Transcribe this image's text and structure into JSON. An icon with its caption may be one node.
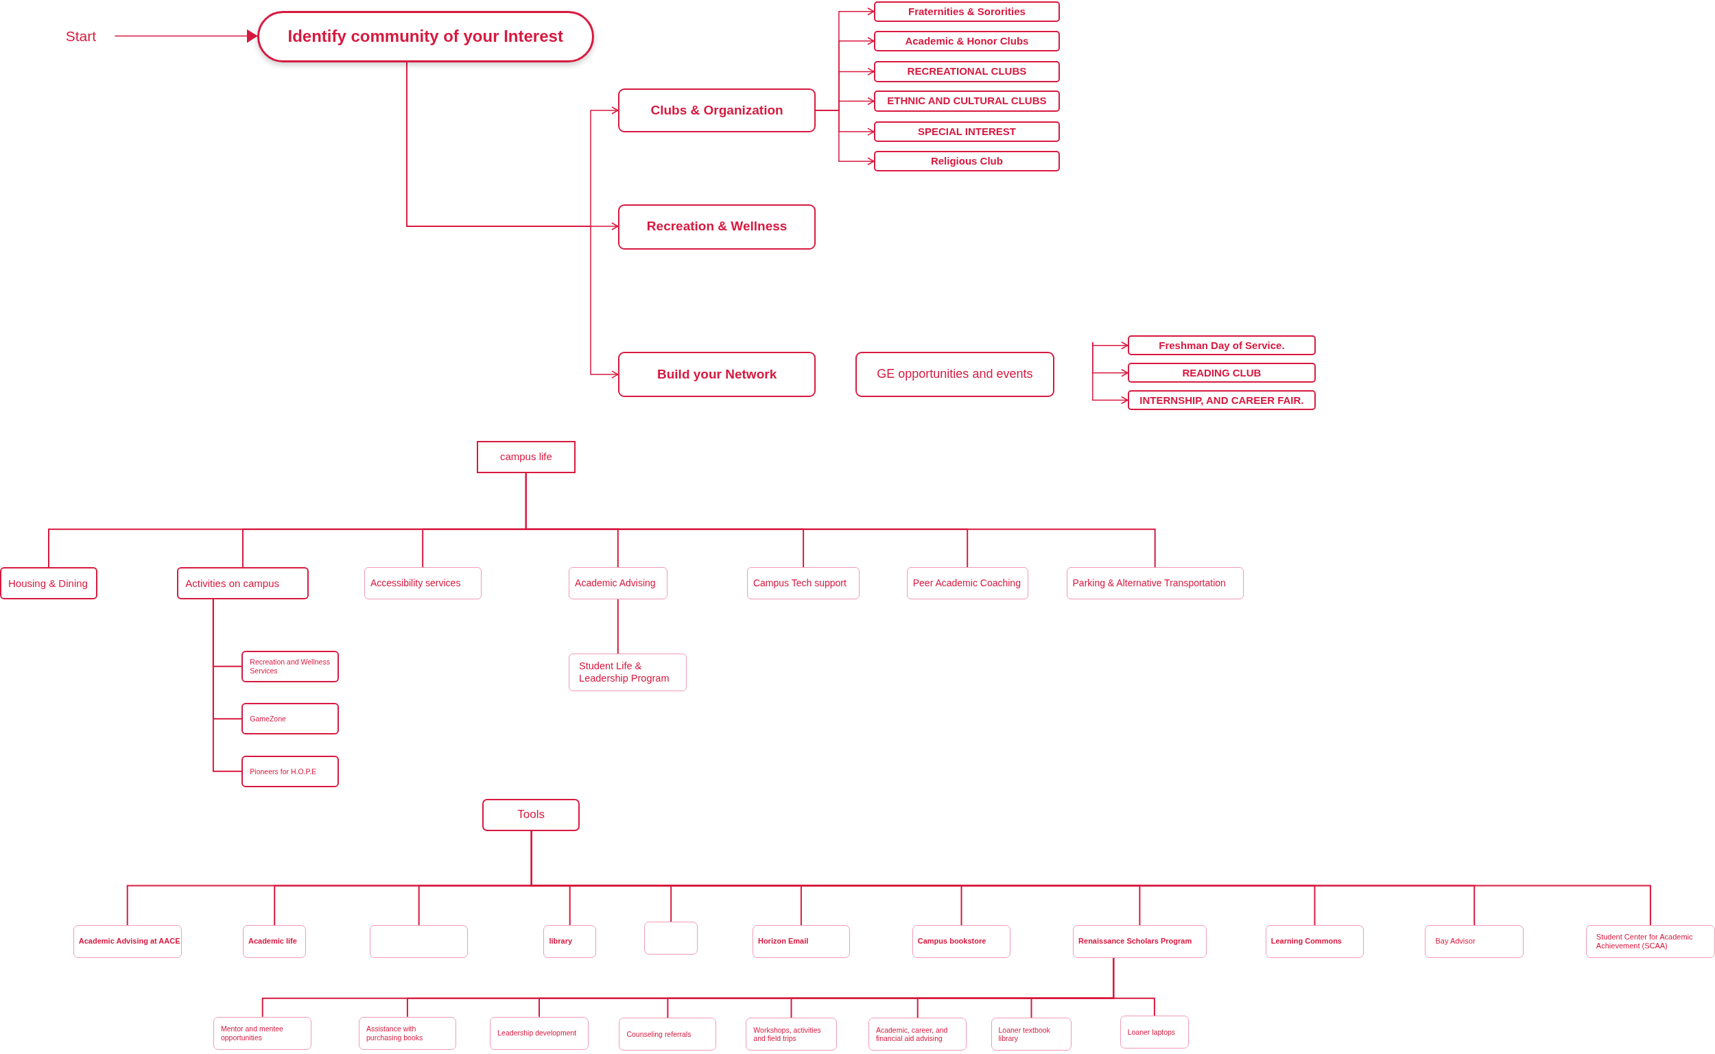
{
  "diagram": {
    "nodes": [
      {
        "text": [
          "Start"
        ]
      },
      {
        "text": [
          "Identify community of your Interest"
        ]
      },
      {
        "text": [
          "Clubs & Organization"
        ]
      },
      {
        "text": [
          "Recreation & Wellness"
        ]
      },
      {
        "text": [
          "Build your Network"
        ]
      },
      {
        "text": [
          "GE opportunities and events"
        ]
      },
      {
        "text": [
          "Fraternities & Sororities"
        ]
      },
      {
        "text": [
          "Academic & Honor Clubs"
        ]
      },
      {
        "text": [
          "RECREATIONAL CLUBS"
        ]
      },
      {
        "text": [
          "ETHNIC AND CULTURAL CLUBS"
        ]
      },
      {
        "text": [
          "SPECIAL INTEREST"
        ]
      },
      {
        "text": [
          "Religious Club"
        ]
      },
      {
        "text": [
          "Freshman Day of Service."
        ]
      },
      {
        "text": [
          "READING CLUB"
        ]
      },
      {
        "text": [
          "INTERNSHIP, AND CAREER FAIR."
        ]
      },
      {
        "text": [
          "campus life"
        ]
      },
      {
        "text": [
          "Housing & Dining"
        ]
      },
      {
        "text": [
          "Activities on campus"
        ]
      },
      {
        "text": [
          "Accessibility services"
        ]
      },
      {
        "text": [
          "Academic Advising"
        ]
      },
      {
        "text": [
          "Campus Tech support"
        ]
      },
      {
        "text": [
          "Peer Academic Coaching"
        ]
      },
      {
        "text": [
          "Parking & Alternative Transportation"
        ]
      },
      {
        "text": [
          "Recreation and Wellness Services"
        ]
      },
      {
        "text": [
          "GameZone"
        ]
      },
      {
        "text": [
          "Pioneers for H.O.P.E"
        ]
      },
      {
        "text": [
          "Student Life & Leadership Program"
        ]
      },
      {
        "text": [
          "Tools"
        ]
      },
      {
        "text": [
          "Academic Advising at AACE"
        ]
      },
      {
        "text": [
          "Academic life"
        ]
      },
      {
        "text": [],
        "shape": "box"
      },
      {
        "text": [
          "library"
        ]
      },
      {
        "text": [],
        "shape": "box"
      },
      {
        "text": [
          "Horizon Email"
        ]
      },
      {
        "text": [
          "Campus bookstore"
        ]
      },
      {
        "text": [
          "Renaissance Scholars Program"
        ]
      },
      {
        "text": [
          "Learning Commons"
        ]
      },
      {
        "text": [
          "Bay Advisor"
        ]
      },
      {
        "text": [
          "Student Center for Academic Achievement (SCAA)"
        ]
      },
      {
        "text": [
          "Mentor and mentee opportunities"
        ]
      },
      {
        "text": [
          "Assistance with purchasing books"
        ]
      },
      {
        "text": [
          "Leadership development"
        ]
      },
      {
        "text": [
          "Counseling referrals"
        ]
      },
      {
        "text": [
          "Workshops, activities and field trips"
        ]
      },
      {
        "text": [
          "Academic, career, and financial aid advising"
        ]
      },
      {
        "text": [
          "Loaner textbook library"
        ]
      },
      {
        "text": [
          "Loaner laptops"
        ]
      }
    ],
    "edges": [
      {
        "from": 0,
        "to": 1,
        "arrow": "to"
      },
      {
        "from": 1,
        "to": 2,
        "arrow": "to"
      },
      {
        "from": 1,
        "to": 3,
        "arrow": "to"
      },
      {
        "from": 1,
        "to": 4,
        "arrow": "to"
      },
      {
        "from": 2,
        "to": 6,
        "arrow": "to"
      },
      {
        "from": 2,
        "to": 7,
        "arrow": "to"
      },
      {
        "from": 2,
        "to": 8,
        "arrow": "to"
      },
      {
        "from": 2,
        "to": 9,
        "arrow": "to"
      },
      {
        "from": 2,
        "to": 10,
        "arrow": "to"
      },
      {
        "from": 2,
        "to": 11,
        "arrow": "to"
      },
      {
        "from": null,
        "to": 12,
        "arrow": "to"
      },
      {
        "from": null,
        "to": 13,
        "arrow": "to"
      },
      {
        "from": null,
        "to": 14,
        "arrow": "to"
      },
      {
        "from": 15,
        "to": 16,
        "arrow": "none"
      },
      {
        "from": 15,
        "to": 17,
        "arrow": "none"
      },
      {
        "from": 15,
        "to": 18,
        "arrow": "none"
      },
      {
        "from": 15,
        "to": 19,
        "arrow": "none"
      },
      {
        "from": 15,
        "to": 20,
        "arrow": "none"
      },
      {
        "from": 15,
        "to": 21,
        "arrow": "none"
      },
      {
        "from": 15,
        "to": 22,
        "arrow": "none"
      },
      {
        "from": 17,
        "to": 23,
        "arrow": "none"
      },
      {
        "from": 17,
        "to": 24,
        "arrow": "none"
      },
      {
        "from": 17,
        "to": 25,
        "arrow": "none"
      },
      {
        "from": 19,
        "to": 26,
        "arrow": "none"
      },
      {
        "from": 27,
        "to": 28,
        "arrow": "none"
      },
      {
        "from": 27,
        "to": 29,
        "arrow": "none"
      },
      {
        "from": 27,
        "to": 30,
        "arrow": "none"
      },
      {
        "from": 27,
        "to": 31,
        "arrow": "none"
      },
      {
        "from": 27,
        "to": 32,
        "arrow": "none"
      },
      {
        "from": 27,
        "to": 33,
        "arrow": "none"
      },
      {
        "from": 27,
        "to": 34,
        "arrow": "none"
      },
      {
        "from": 27,
        "to": 35,
        "arrow": "none"
      },
      {
        "from": 27,
        "to": 36,
        "arrow": "none"
      },
      {
        "from": 27,
        "to": 37,
        "arrow": "none"
      },
      {
        "from": 27,
        "to": 38,
        "arrow": "none"
      },
      {
        "from": 35,
        "to": 39,
        "arrow": "none"
      },
      {
        "from": 35,
        "to": 40,
        "arrow": "none"
      },
      {
        "from": 35,
        "to": 41,
        "arrow": "none"
      },
      {
        "from": 35,
        "to": 42,
        "arrow": "none"
      },
      {
        "from": 35,
        "to": 43,
        "arrow": "none"
      },
      {
        "from": 35,
        "to": 44,
        "arrow": "none"
      },
      {
        "from": 35,
        "to": 45,
        "arrow": "none"
      },
      {
        "from": 35,
        "to": 46,
        "arrow": "none"
      }
    ]
  }
}
